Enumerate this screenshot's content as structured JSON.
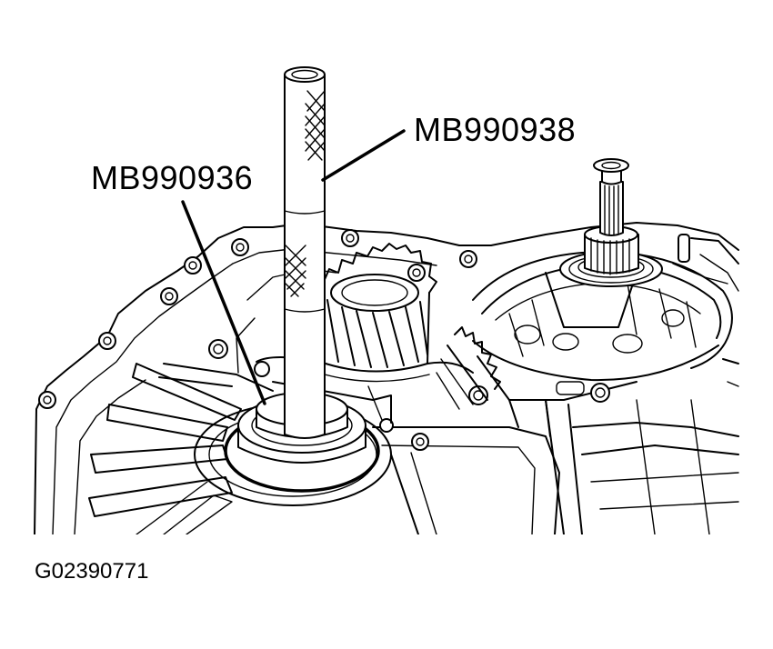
{
  "labels": {
    "tool_upper": "MB990938",
    "tool_lower": "MB990936",
    "figure_id": "G02390771"
  },
  "colors": {
    "line": "#000000",
    "background": "#ffffff"
  }
}
